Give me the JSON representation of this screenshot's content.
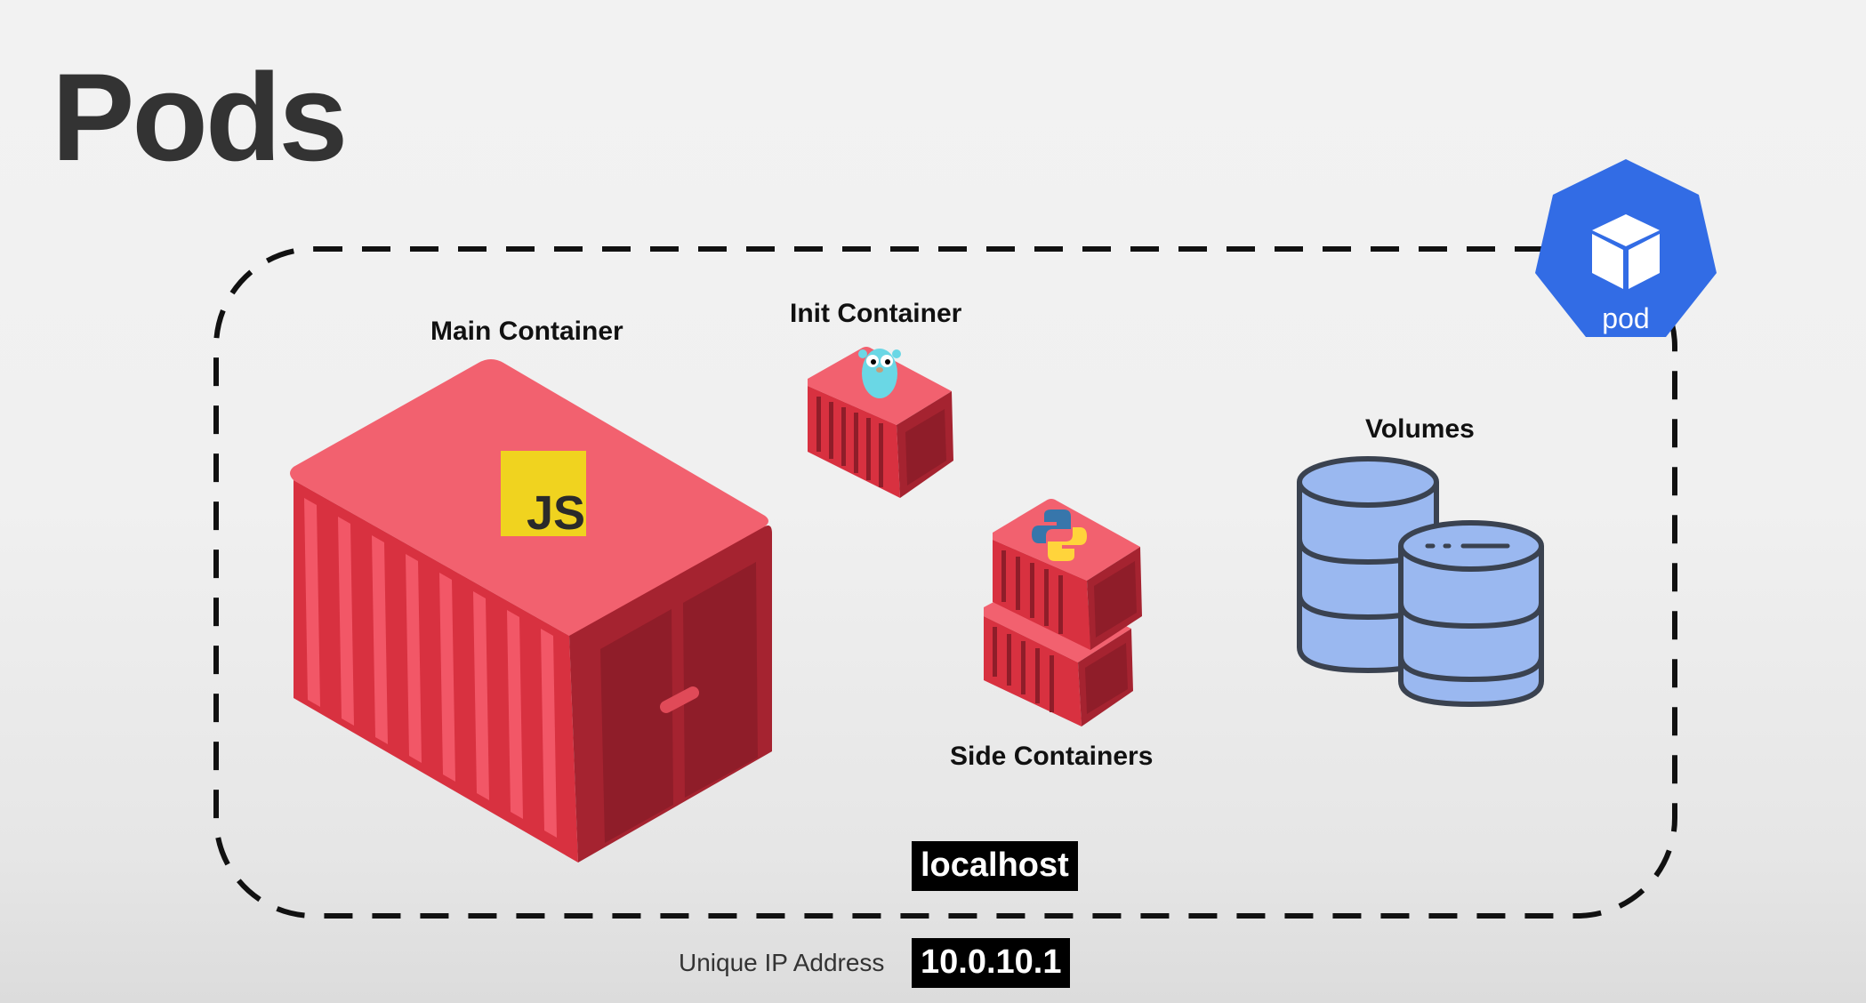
{
  "title": "Pods",
  "labels": {
    "main_container": "Main Container",
    "init_container": "Init Container",
    "side_containers": "Side Containers",
    "volumes": "Volumes"
  },
  "localhost": "localhost",
  "ip": {
    "caption": "Unique IP Address",
    "value": "10.0.10.1"
  },
  "pod_badge": "pod",
  "js_badge": "JS",
  "colors": {
    "container_top": "#f2616f",
    "container_front": "#d83140",
    "container_side": "#a52330",
    "db_fill": "#9ab8f0",
    "db_stroke": "#3a4250",
    "k8s_blue": "#326ce5",
    "js_yellow": "#f0d31f"
  }
}
